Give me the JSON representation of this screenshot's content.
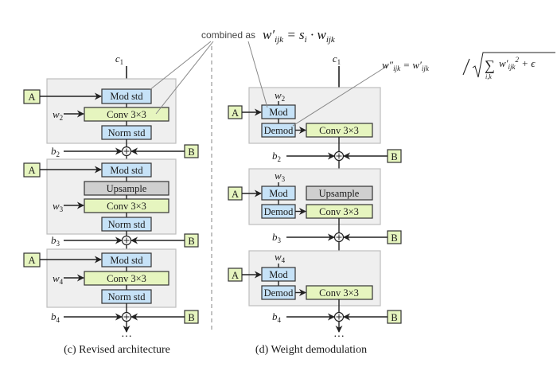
{
  "colors": {
    "mod_fill": "#c6e2f7",
    "conv_fill": "#e6f5bf",
    "upsample_fill": "#cfcfcf",
    "io_fill": "#e6f5bf",
    "group_fill": "#efefef",
    "group_stroke": "#bdbdbd",
    "stroke": "#333333",
    "annotation_line": "#888888"
  },
  "annotation": {
    "combined_as": "combined as",
    "formula_mod": "w′ijk = si · wijk",
    "formula_demod": "w″ijk = w′ijk / √( Σi,k w′ijk² + ε )",
    "formula_sum_sub": "i,k"
  },
  "panel_c": {
    "caption": "(c) Revised architecture",
    "input_label": "c",
    "input_sub": "1",
    "ellipsis": "···",
    "blocks": [
      {
        "style_label": "A",
        "w_label": "w",
        "w_sub": "2",
        "mod": "Mod std",
        "upsample": null,
        "conv": "Conv 3×3",
        "norm": "Norm std",
        "b_label": "b",
        "b_sub": "2",
        "noise_label": "B"
      },
      {
        "style_label": "A",
        "w_label": "w",
        "w_sub": "3",
        "mod": "Mod std",
        "upsample": "Upsample",
        "conv": "Conv 3×3",
        "norm": "Norm std",
        "b_label": "b",
        "b_sub": "3",
        "noise_label": "B"
      },
      {
        "style_label": "A",
        "w_label": "w",
        "w_sub": "4",
        "mod": "Mod std",
        "upsample": null,
        "conv": "Conv 3×3",
        "norm": "Norm std",
        "b_label": "b",
        "b_sub": "4",
        "noise_label": "B"
      }
    ]
  },
  "panel_d": {
    "caption": "(d) Weight demodulation",
    "input_label": "c",
    "input_sub": "1",
    "ellipsis": "···",
    "blocks": [
      {
        "style_label": "A",
        "w_label": "w",
        "w_sub": "2",
        "mod": "Mod",
        "demod": "Demod",
        "upsample": null,
        "conv": "Conv 3×3",
        "b_label": "b",
        "b_sub": "2",
        "noise_label": "B"
      },
      {
        "style_label": "A",
        "w_label": "w",
        "w_sub": "3",
        "mod": "Mod",
        "demod": "Demod",
        "upsample": "Upsample",
        "conv": "Conv 3×3",
        "b_label": "b",
        "b_sub": "3",
        "noise_label": "B"
      },
      {
        "style_label": "A",
        "w_label": "w",
        "w_sub": "4",
        "mod": "Mod",
        "demod": "Demod",
        "upsample": null,
        "conv": "Conv 3×3",
        "b_label": "b",
        "b_sub": "4",
        "noise_label": "B"
      }
    ]
  }
}
